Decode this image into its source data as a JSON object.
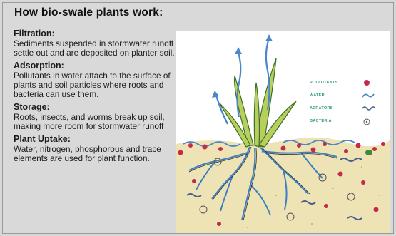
{
  "title": "How bio-swale plants work:",
  "sections": [
    {
      "heading": "Filtration",
      "body": "Sediments suspended in stormwater runoff settle out and are deposited on planter soil."
    },
    {
      "heading": "Adsorption",
      "body": "Pollutants in water attach to the surface of plants and soil particles where roots and bacteria can use them."
    },
    {
      "heading": "Storage",
      "body": "Roots, insects, and worms break up soil, making more room for stormwater runoff"
    },
    {
      "heading": "Plant Uptake",
      "body": "Water, nitrogen, phosphorous and trace elements are used for plant function."
    }
  ],
  "legend": [
    {
      "label": "POLLUTANTS",
      "icon": "pollutant-dot-icon",
      "color": "#c62a4a"
    },
    {
      "label": "WATER",
      "icon": "water-squiggle-icon",
      "color": "#4a86c8"
    },
    {
      "label": "AERATORS",
      "icon": "aerator-squiggle-icon",
      "color": "#4a5f8a"
    },
    {
      "label": "BACTERIA",
      "icon": "bacteria-icon",
      "color": "#555555"
    }
  ],
  "colors": {
    "soil": "#ede3b4",
    "leaf": "#b9cf5c",
    "leaf_outline": "#3c6e2c",
    "water": "#4a86c8",
    "root": "#3d7fc2",
    "pollutant": "#c62a4a"
  }
}
